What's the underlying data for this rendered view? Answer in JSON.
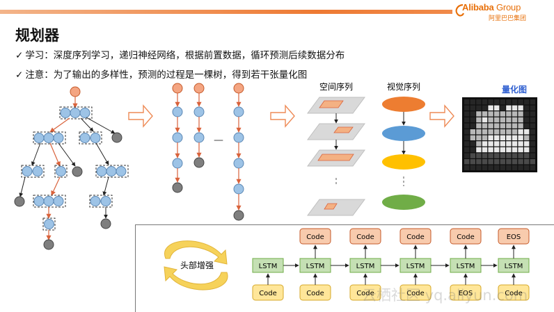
{
  "header": {
    "brand": "Alibaba",
    "brand_group": "Group",
    "brand_cn": "阿里巴巴集团"
  },
  "title": "规划器",
  "bullets": [
    {
      "mark": "✓",
      "text": "学习：深度序列学习，递归神经网络，根据前置数据，循环预测后续数据分布"
    },
    {
      "mark": "✓",
      "text": "注意：为了输出的多样性，预测的过程是一棵树，得到若干张量化图"
    }
  ],
  "sequence_labels": {
    "spatial": "空间序列",
    "visual": "视觉序列",
    "quantized": "量化图"
  },
  "sequence_dots": "—",
  "lstm_panel": {
    "head_label": "头部增强",
    "cell_label": "LSTM",
    "top_outputs": [
      "Code",
      "Code",
      "Code",
      "Code",
      "EOS"
    ],
    "bottom_inputs": [
      "Code",
      "Code",
      "Code",
      "Code",
      "EOS",
      "Code"
    ]
  },
  "colors": {
    "accent_orange": "#ee7a33",
    "node_blue": "#9dc3e6",
    "node_salmon": "#f4a582",
    "node_gray": "#7f7f7f",
    "lstm_green": "#c5e0b4",
    "code_salmon": "#f8cbad",
    "code_yellow": "#ffe699",
    "ellipse_orange": "#ed7d31",
    "ellipse_blue": "#5b9bd5",
    "ellipse_yellow": "#ffc000",
    "ellipse_green": "#70ad47"
  },
  "watermark": "云栖社区 yq.aliyun.com"
}
